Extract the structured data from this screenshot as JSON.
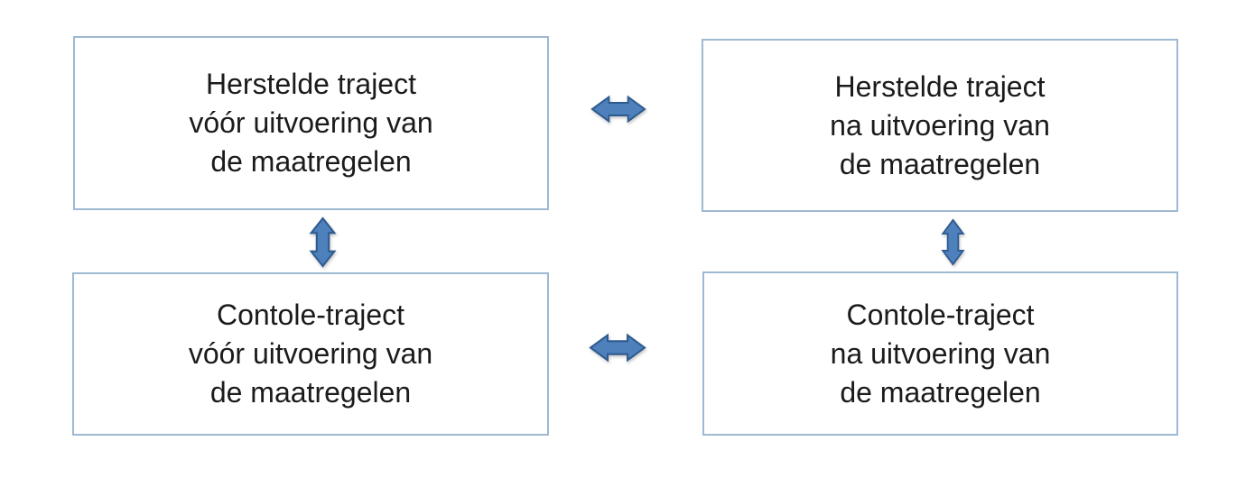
{
  "diagram": {
    "colors": {
      "background": "#FFFFFF",
      "box_border": "#9EB9D2",
      "box_fill": "#FFFFFF",
      "arrow_fill": "#4E80BC",
      "arrow_stroke": "#2E5B8F",
      "text": "#1B1B1B"
    },
    "boxes": [
      {
        "id": "herstelde-voor",
        "text": "Herstelde traject\nvóór uitvoering van\nde maatregelen"
      },
      {
        "id": "herstelde-na",
        "text": "Herstelde traject\nna uitvoering van\nde maatregelen"
      },
      {
        "id": "contole-voor",
        "text": "Contole-traject\nvóór uitvoering van\nde maatregelen"
      },
      {
        "id": "contole-na",
        "text": "Contole-traject\nna uitvoering van\nde maatregelen"
      }
    ],
    "arrows": [
      {
        "id": "top-horizontal",
        "type": "left-right-arrow",
        "connects": [
          "herstelde-voor",
          "herstelde-na"
        ]
      },
      {
        "id": "bottom-horizontal",
        "type": "left-right-arrow",
        "connects": [
          "contole-voor",
          "contole-na"
        ]
      },
      {
        "id": "left-vertical",
        "type": "up-down-arrow",
        "connects": [
          "herstelde-voor",
          "contole-voor"
        ]
      },
      {
        "id": "right-vertical",
        "type": "up-down-arrow",
        "connects": [
          "herstelde-na",
          "contole-na"
        ]
      }
    ]
  }
}
